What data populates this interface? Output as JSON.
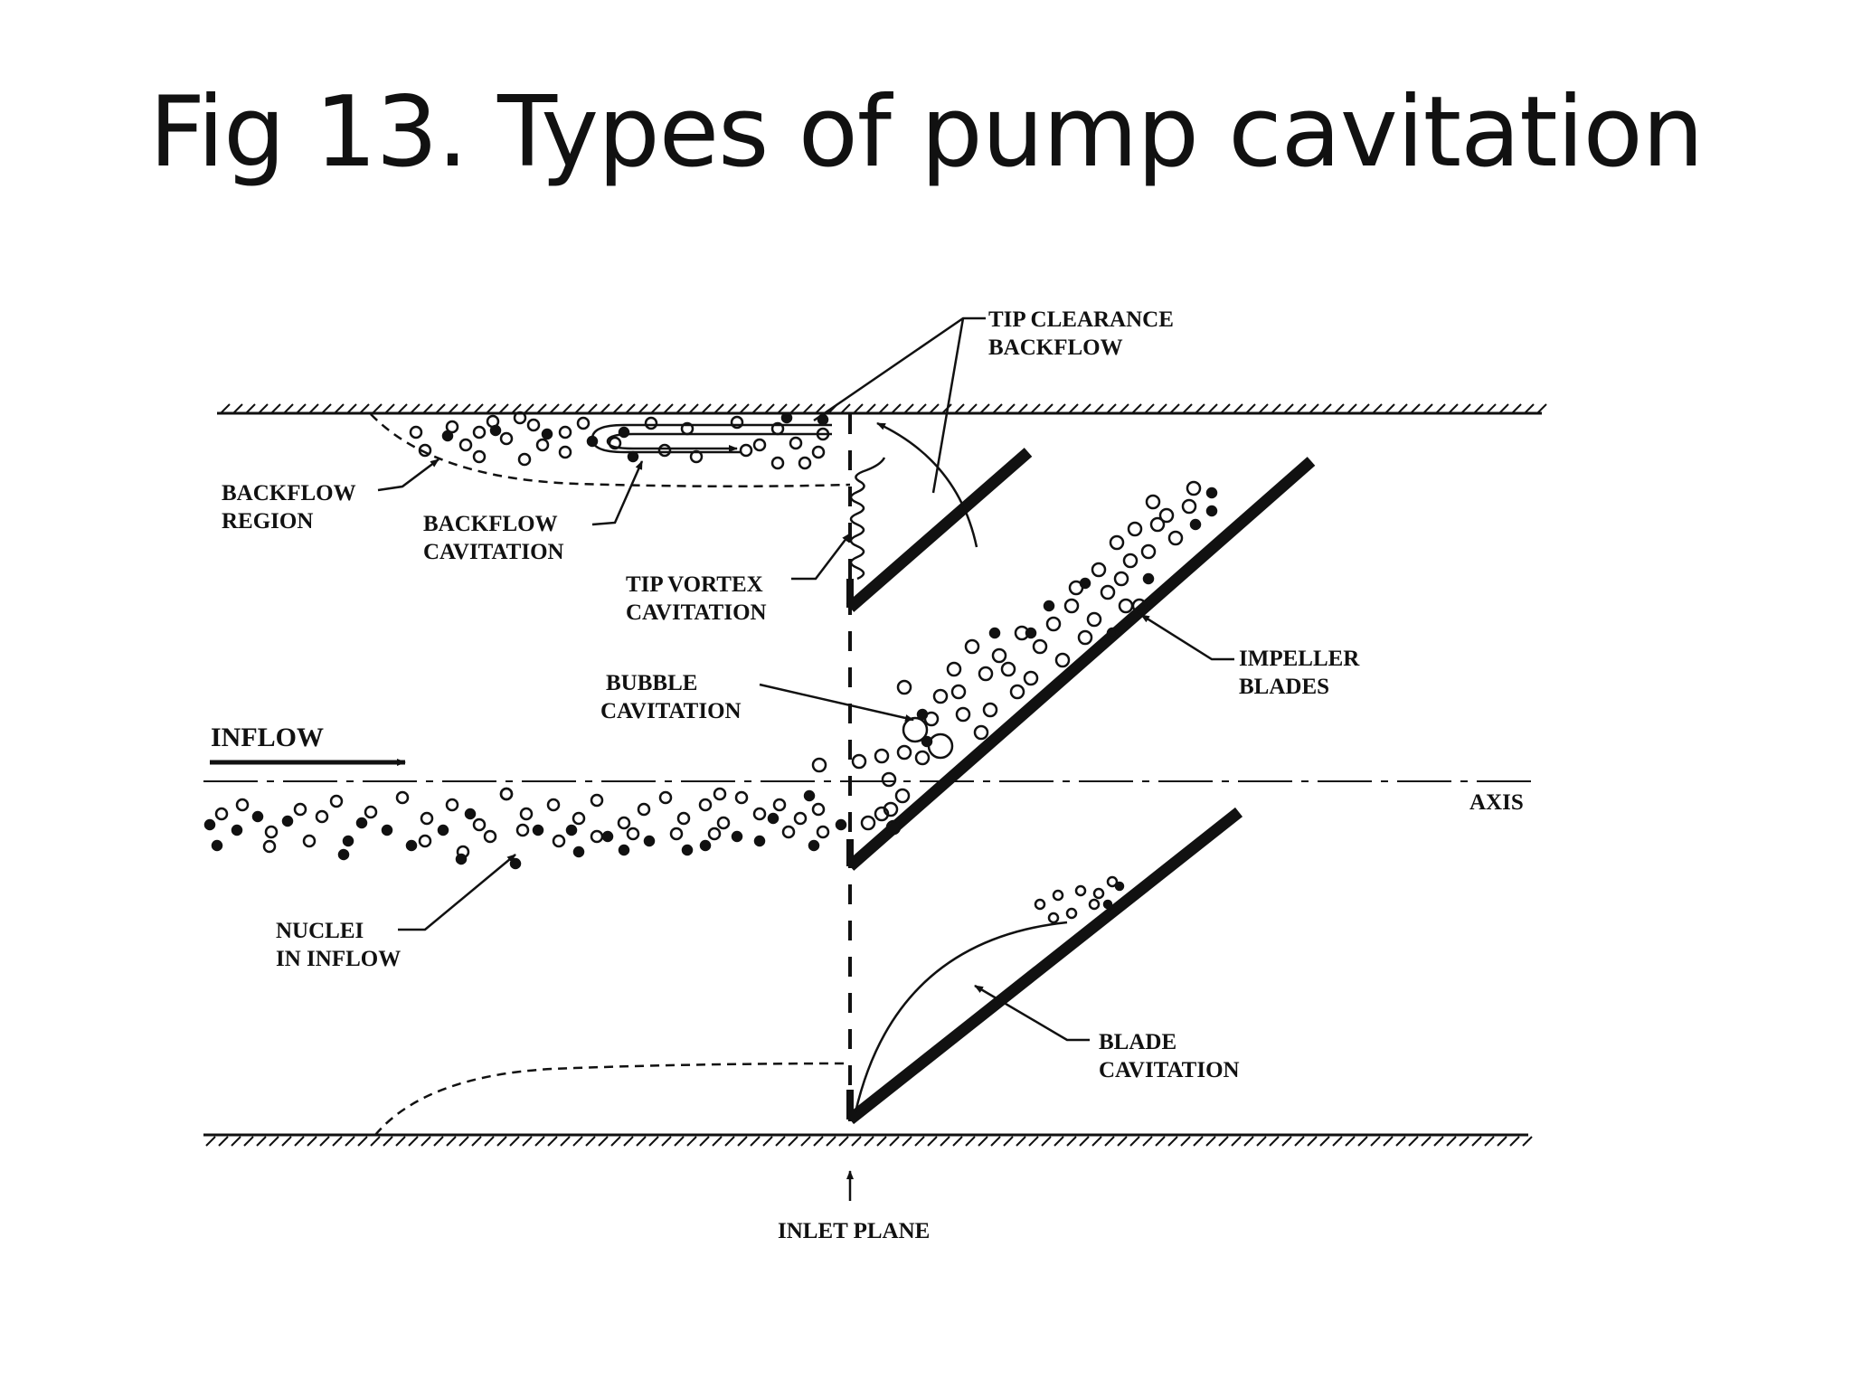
{
  "title": "Fig 13. Types of pump cavitation",
  "labels": {
    "tip_clearance_1": "TIP CLEARANCE",
    "tip_clearance_2": "BACKFLOW",
    "backflow_region_1": "BACKFLOW",
    "backflow_region_2": "REGION",
    "backflow_cav_1": "BACKFLOW",
    "backflow_cav_2": "CAVITATION",
    "tip_vortex_1": "TIP VORTEX",
    "tip_vortex_2": "CAVITATION",
    "bubble_1": "BUBBLE",
    "bubble_2": "CAVITATION",
    "impeller_1": "IMPELLER",
    "impeller_2": "BLADES",
    "inflow": "INFLOW",
    "axis": "AXIS",
    "nuclei_1": "NUCLEI",
    "nuclei_2": "IN INFLOW",
    "blade_cav_1": "BLADE",
    "blade_cav_2": "CAVITATION",
    "inlet_plane": "INLET PLANE"
  }
}
